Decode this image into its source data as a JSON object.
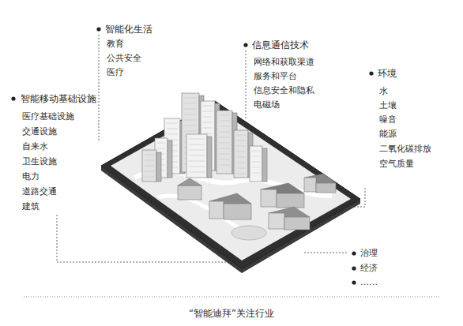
{
  "diagram": {
    "caption": "“智能迪拜”关注行业",
    "labels": [
      "智能化生活",
      "教育",
      "公共安全",
      "医疗",
      "信息通信技术",
      "网络和获取渠道",
      "服务和平台",
      "信息安全和隐私",
      "电磁场",
      "智能移动基础设施",
      "医疗基础设施",
      "交通设施",
      "自来水",
      "卫生设施",
      "电力",
      "道路交通",
      "建筑",
      "环境",
      "水",
      "土壤",
      "噪音",
      "能源",
      "二氧化碳排放",
      "空气质量",
      "治理",
      "经济",
      "……"
    ]
  }
}
